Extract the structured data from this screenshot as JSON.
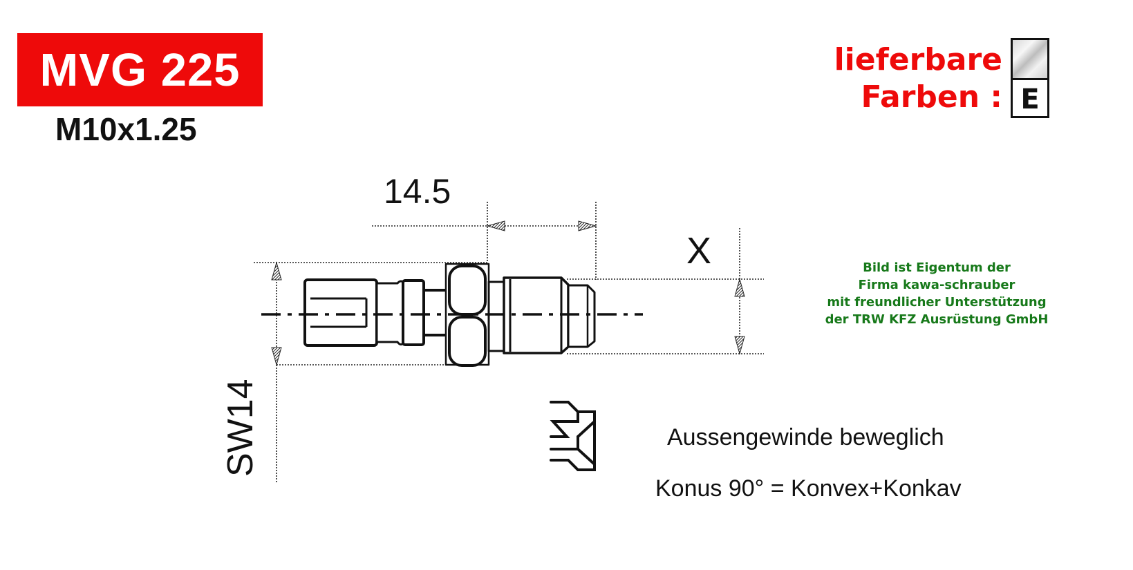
{
  "header": {
    "part_number": "MVG 225",
    "thread_spec": "M10x1.25",
    "title_bg_color": "#ee0a0a"
  },
  "colors_panel": {
    "label_line1": "lieferbare",
    "label_line2": "Farben :",
    "label_color": "#ee0a0a",
    "swatches": [
      {
        "name": "silver-chrome",
        "label": ""
      },
      {
        "name": "edelstahl",
        "label": "E"
      }
    ]
  },
  "credit": {
    "lines": [
      "Bild ist Eigentum der",
      "Firma kawa-schrauber",
      "mit freundlicher Unterstützung",
      "der TRW KFZ Ausrüstung GmbH"
    ],
    "color": "#17791a"
  },
  "drawing": {
    "length_dimension": "14.5",
    "diameter_dimension": "X",
    "wrench_size": "SW14"
  },
  "notes": {
    "thread_type": "Aussengewinde beweglich",
    "cone_type": "Konus 90° = Konvex+Konkav"
  }
}
